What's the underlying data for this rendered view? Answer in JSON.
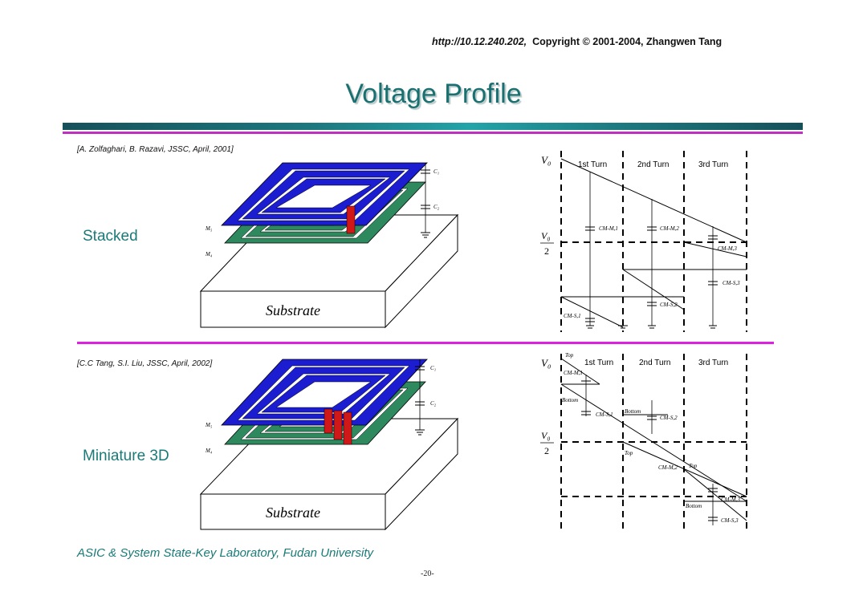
{
  "header": {
    "url": "http://10.12.240.202,",
    "copyright": "Copyright © 2001-2004, Zhangwen Tang"
  },
  "title": "Voltage Profile",
  "top_section": {
    "reference": "[A. Zolfaghari, B. Razavi, JSSC, April, 2001]",
    "label": "Stacked",
    "substrate": "Substrate",
    "c1": "C₁",
    "c2": "C₂",
    "m5": "M₅",
    "m4": "M₄",
    "v0": "V₀",
    "v0_half_num": "V₀",
    "v0_half_den": "2",
    "turns": [
      "1st Turn",
      "2nd Turn",
      "3rd Turn"
    ],
    "caps": [
      "CM-M,1",
      "CM-M,2",
      "CM-M,3",
      "CM-S,3",
      "CM-S,2",
      "CM-S,1"
    ]
  },
  "bottom_section": {
    "reference": "[C.C Tang, S.I. Liu, JSSC, April, 2002]",
    "label": "Miniature 3D",
    "substrate": "Substrate",
    "c1": "C₁",
    "c2": "C₂",
    "m5": "M₅",
    "m4": "M₄",
    "v0": "V₀",
    "v0_half_num": "V₀",
    "v0_half_den": "2",
    "turns": [
      "1st Turn",
      "2nd Turn",
      "3rd Turn"
    ],
    "top_bottom": [
      "Top",
      "Bottom",
      "Bottom",
      "Top",
      "Top",
      "Bottom"
    ],
    "caps": [
      "CM-M,1",
      "CM-S,1",
      "CM-S,2",
      "CM-M,2",
      "CM-M,3",
      "CM-S,3"
    ]
  },
  "footer": {
    "lab": "ASIC & System State-Key Laboratory, Fudan University",
    "page": "-20-"
  },
  "colors": {
    "title": "#1a7070",
    "accent_magenta": "#e020e0",
    "coil_blue": "#1c1cd0",
    "coil_green": "#2e8a5e",
    "via_red": "#d01818"
  }
}
